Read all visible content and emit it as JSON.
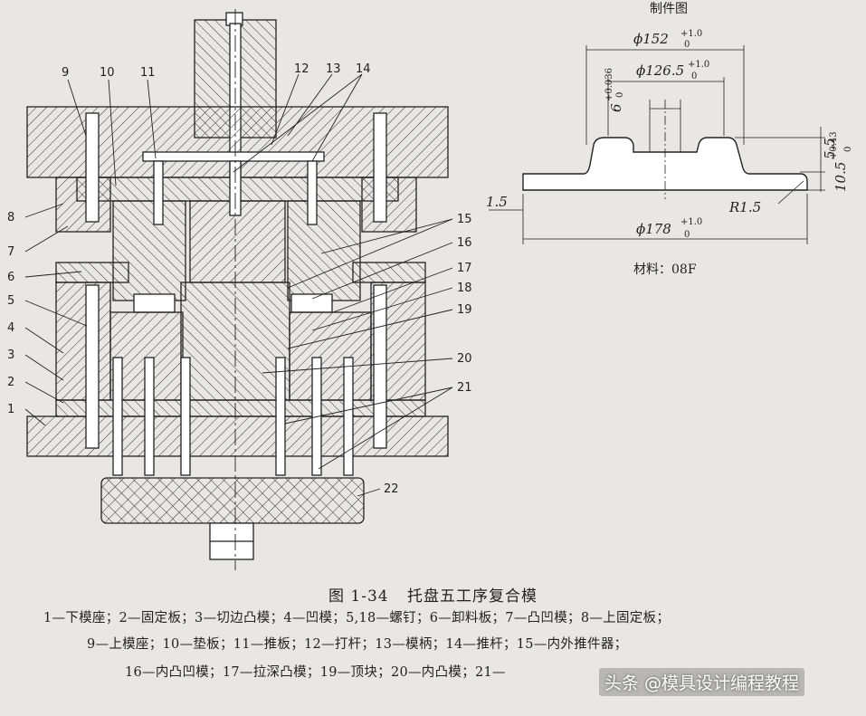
{
  "part_drawing": {
    "title": "制件图",
    "material": "材料：08F",
    "dims": {
      "d152": "ϕ152",
      "d152_tol_upper": "+1.0",
      "d152_tol_lower": "0",
      "d1265": "ϕ126.5",
      "d1265_tol_upper": "+1.0",
      "d1265_tol_lower": "0",
      "d6": "6",
      "d6_tol_upper": "+0.036",
      "d6_tol_lower": "0",
      "h55": "5.5",
      "h105": "10.5",
      "h105_tol_upper": "+0.43",
      "h105_tol_lower": "0",
      "t15": "1.5",
      "r15": "R1.5",
      "d178": "ϕ178",
      "d178_tol_upper": "+1.0",
      "d178_tol_lower": "0"
    }
  },
  "callouts": [
    "9",
    "10",
    "11",
    "12",
    "13",
    "14",
    "15",
    "16",
    "17",
    "18",
    "19",
    "20",
    "21",
    "22",
    "8",
    "7",
    "6",
    "5",
    "4",
    "3",
    "2",
    "1"
  ],
  "caption": {
    "fig_no": "图 1-34",
    "title": "托盘五工序复合模"
  },
  "legend": {
    "line1": "1—下模座；2—固定板；3—切边凸模；4—凹模；5,18—螺钉；6—卸料板；7—凸凹模；8—上固定板；",
    "line2": "9—上模座；10—垫板；11—推板；12—打杆；13—模柄；14—推杆；15—内外推件器；",
    "line3": "16—内凸凹模；17—拉深凸模；19—顶块；20—内凸模；21—"
  },
  "watermark": "头条 @模具设计编程教程"
}
